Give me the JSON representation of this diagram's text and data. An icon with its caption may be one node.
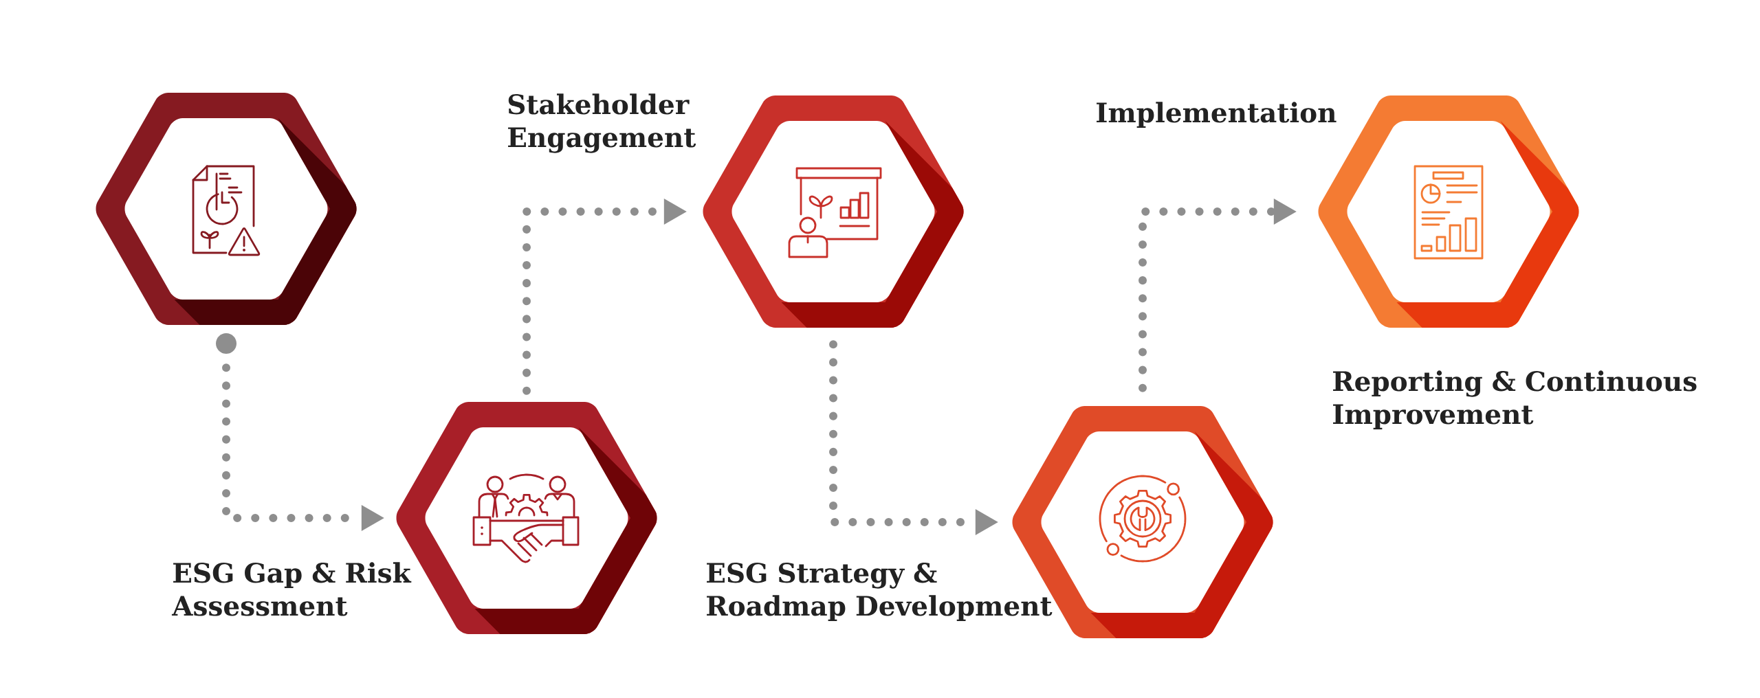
{
  "diagram": {
    "nodes": [
      {
        "text": [],
        "shape": "hexagon"
      },
      {
        "text": [],
        "shape": "hexagon"
      },
      {
        "text": [],
        "shape": "hexagon"
      },
      {
        "text": [],
        "shape": "hexagon"
      },
      {
        "text": [],
        "shape": "hexagon"
      }
    ],
    "edges": [
      {
        "from": 0,
        "to": 1,
        "arrow": "to"
      },
      {
        "from": 1,
        "to": 2,
        "arrow": "to"
      },
      {
        "from": 2,
        "to": 3,
        "arrow": "to"
      },
      {
        "from": 3,
        "to": 4,
        "arrow": "to"
      }
    ],
    "labels": [
      "ESG Gap & Risk Assessment",
      "Stakeholder Engagement",
      "ESG Strategy & Roadmap Development",
      "Implementation",
      "Reporting & Continuous Improvement"
    ]
  }
}
